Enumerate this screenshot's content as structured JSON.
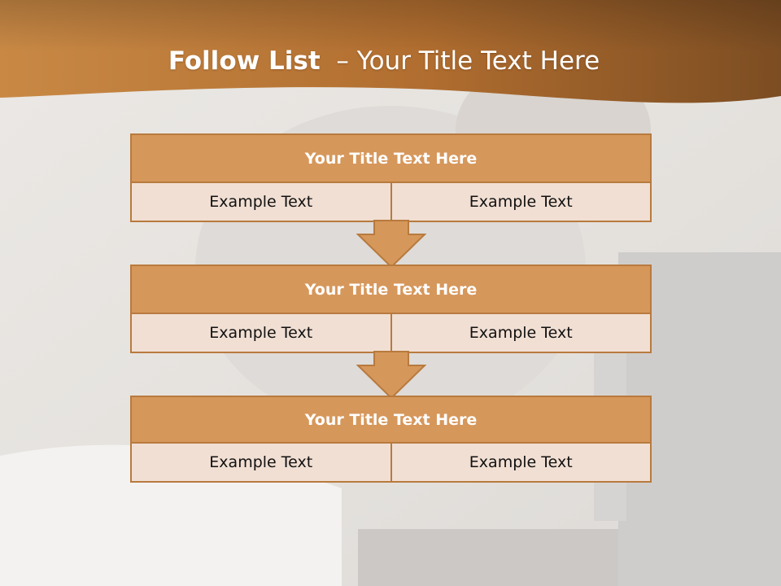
{
  "title": {
    "bold": "Follow List",
    "rest": "  – Your Title Text Here"
  },
  "colors": {
    "banner_light": "#c98945",
    "banner_dark": "#7c4d22",
    "box_header": "#d6975b",
    "box_body": "#f1dfd3",
    "box_border": "#b87a3e"
  },
  "steps": [
    {
      "title": "Your Title Text Here",
      "left": "Example Text",
      "right": "Example Text"
    },
    {
      "title": "Your Title Text Here",
      "left": "Example Text",
      "right": "Example Text"
    },
    {
      "title": "Your Title Text Here",
      "left": "Example Text",
      "right": "Example Text"
    }
  ]
}
